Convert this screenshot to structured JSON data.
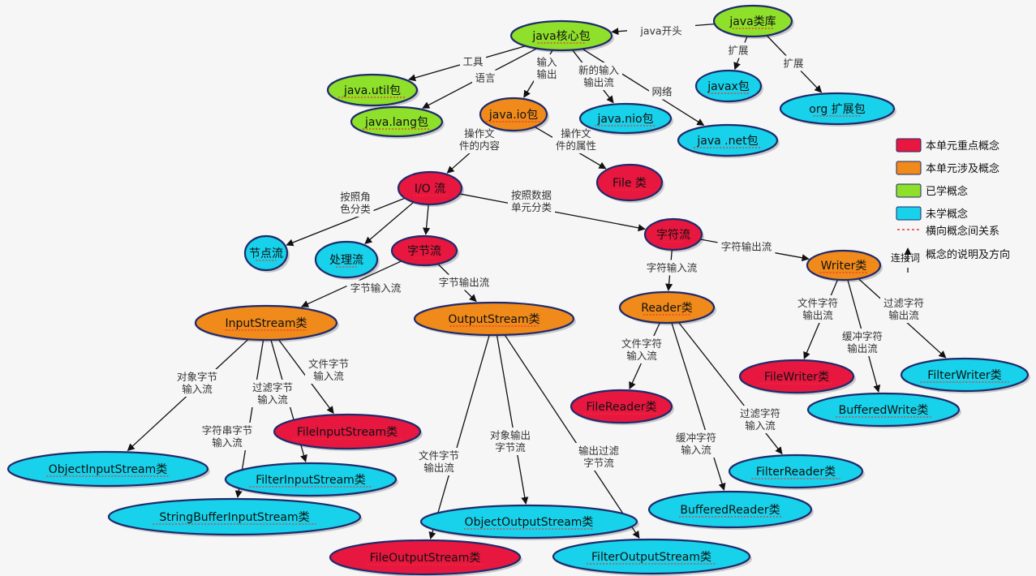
{
  "colors": {
    "key": "#e8173f",
    "involved": "#f08a1a",
    "learned": "#8ee02a",
    "unlearned": "#17d2ea",
    "outline": "#1f2a6b",
    "relation": "#e33"
  },
  "nodes": [
    {
      "id": "javalib",
      "label": "java类库",
      "cat": "learned"
    },
    {
      "id": "javacore",
      "label": "java核心包",
      "cat": "learned"
    },
    {
      "id": "util",
      "label": "java.util包",
      "cat": "learned"
    },
    {
      "id": "lang",
      "label": "java.lang包",
      "cat": "learned"
    },
    {
      "id": "io",
      "label": "java.io包",
      "cat": "involved"
    },
    {
      "id": "nio",
      "label": "java.nio包",
      "cat": "unlearned"
    },
    {
      "id": "net",
      "label": "java .net包",
      "cat": "unlearned"
    },
    {
      "id": "javax",
      "label": "javax包",
      "cat": "unlearned"
    },
    {
      "id": "org",
      "label": "org 扩展包",
      "cat": "unlearned"
    },
    {
      "id": "file",
      "label": "File 类",
      "cat": "key"
    },
    {
      "id": "iostream",
      "label": "I/O 流",
      "cat": "key"
    },
    {
      "id": "node",
      "label": "节点流",
      "cat": "unlearned"
    },
    {
      "id": "proc",
      "label": "处理流",
      "cat": "unlearned"
    },
    {
      "id": "bytestream",
      "label": "字节流",
      "cat": "key"
    },
    {
      "id": "charstream",
      "label": "字符流",
      "cat": "key"
    },
    {
      "id": "writer",
      "label": "Writer类",
      "cat": "involved"
    },
    {
      "id": "reader",
      "label": "Reader类",
      "cat": "involved"
    },
    {
      "id": "inputstream",
      "label": "InputStream类",
      "cat": "involved"
    },
    {
      "id": "outputstream",
      "label": "OutputStream类",
      "cat": "involved"
    },
    {
      "id": "filewriter",
      "label": "FileWriter类",
      "cat": "key"
    },
    {
      "id": "filterwriter",
      "label": "FilterWriter类",
      "cat": "unlearned"
    },
    {
      "id": "bufferedwrite",
      "label": "BufferedWrite类",
      "cat": "unlearned"
    },
    {
      "id": "filereader",
      "label": "FileReader类",
      "cat": "key"
    },
    {
      "id": "filterreader",
      "label": "FilterReader类",
      "cat": "unlearned"
    },
    {
      "id": "bufferedreader",
      "label": "BufferedReader类",
      "cat": "unlearned"
    },
    {
      "id": "fileinputstream",
      "label": "FileInputStream类",
      "cat": "key"
    },
    {
      "id": "objectinputstream",
      "label": "ObjectInputStream类",
      "cat": "unlearned"
    },
    {
      "id": "filterinputstream",
      "label": "FilterInputStream类",
      "cat": "unlearned"
    },
    {
      "id": "sbinputstream",
      "label": "StringBufferInputStream类",
      "cat": "unlearned"
    },
    {
      "id": "objectoutputstream",
      "label": "ObjectOutputStream类",
      "cat": "unlearned"
    },
    {
      "id": "fileoutputstream",
      "label": "FileOutputStream类",
      "cat": "key"
    },
    {
      "id": "filteroutputstream",
      "label": "FilterOutputStream类",
      "cat": "unlearned"
    }
  ],
  "edges": [
    {
      "from": "javalib",
      "to": "javacore",
      "label": "java开头"
    },
    {
      "from": "javalib",
      "to": "javax",
      "label": "扩展"
    },
    {
      "from": "javalib",
      "to": "org",
      "label": "扩展"
    },
    {
      "from": "javacore",
      "to": "util",
      "label": "工具"
    },
    {
      "from": "javacore",
      "to": "lang",
      "label": "语言"
    },
    {
      "from": "javacore",
      "to": "io",
      "label": "输入\n输出"
    },
    {
      "from": "javacore",
      "to": "nio",
      "label": "新的输入\n输出流"
    },
    {
      "from": "javacore",
      "to": "net",
      "label": "网络"
    },
    {
      "from": "io",
      "to": "iostream",
      "label": "操作文\n件的内容"
    },
    {
      "from": "io",
      "to": "file",
      "label": "操作文\n件的属性"
    },
    {
      "from": "iostream",
      "to": "node",
      "label": "按照角\n色分类"
    },
    {
      "from": "iostream",
      "to": "proc",
      "label": ""
    },
    {
      "from": "iostream",
      "to": "bytestream",
      "label": ""
    },
    {
      "from": "iostream",
      "to": "charstream",
      "label": "按照数据\n单元分类"
    },
    {
      "from": "charstream",
      "to": "writer",
      "label": "字符输出流"
    },
    {
      "from": "charstream",
      "to": "reader",
      "label": "字符输入流"
    },
    {
      "from": "bytestream",
      "to": "inputstream",
      "label": "字节输入流"
    },
    {
      "from": "bytestream",
      "to": "outputstream",
      "label": "字节输出流"
    },
    {
      "from": "writer",
      "to": "filewriter",
      "label": "文件字符\n输出流"
    },
    {
      "from": "writer",
      "to": "bufferedwrite",
      "label": "缓冲字符\n输出流"
    },
    {
      "from": "writer",
      "to": "filterwriter",
      "label": "过滤字符\n输出流"
    },
    {
      "from": "reader",
      "to": "filereader",
      "label": "文件字符\n输入流"
    },
    {
      "from": "reader",
      "to": "bufferedreader",
      "label": "缓冲字符\n输入流"
    },
    {
      "from": "reader",
      "to": "filterreader",
      "label": "过滤字符\n输入流"
    },
    {
      "from": "inputstream",
      "to": "objectinputstream",
      "label": "对象字节\n输入流"
    },
    {
      "from": "inputstream",
      "to": "sbinputstream",
      "label": "字符串字节\n输入流"
    },
    {
      "from": "inputstream",
      "to": "filterinputstream",
      "label": "过滤字节\n输入流"
    },
    {
      "from": "inputstream",
      "to": "fileinputstream",
      "label": "文件字节\n输入流"
    },
    {
      "from": "outputstream",
      "to": "fileoutputstream",
      "label": "文件字节\n输出流"
    },
    {
      "from": "outputstream",
      "to": "objectoutputstream",
      "label": "对象输出\n字节流"
    },
    {
      "from": "outputstream",
      "to": "filteroutputstream",
      "label": "输出过滤\n字节流"
    }
  ],
  "legend": [
    {
      "cat": "key",
      "label": "本单元重点概念"
    },
    {
      "cat": "involved",
      "label": "本单元涉及概念"
    },
    {
      "cat": "learned",
      "label": "已学概念"
    },
    {
      "cat": "unlearned",
      "label": "未学概念"
    }
  ],
  "legend_relation": "横向概念间关系",
  "legend_connector": {
    "word": "连接词",
    "text": "概念的说明及方向"
  }
}
